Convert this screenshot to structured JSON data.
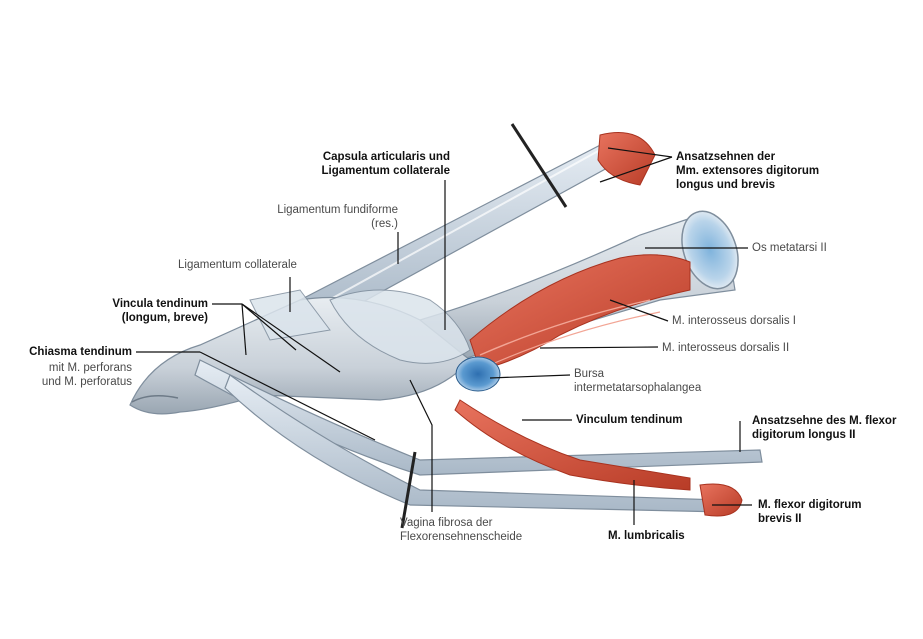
{
  "colors": {
    "bone": "#d7dde3",
    "bone_shadow": "#8f9aa6",
    "tendon": "#c9d6e2",
    "tendon_edge": "#7f8e9d",
    "muscle": "#d9543f",
    "muscle_dark": "#a8321f",
    "bursa": "#4a86c2",
    "leader": "#111111"
  },
  "labels": {
    "capsula": [
      "Capsula articularis und",
      "Ligamentum collaterale"
    ],
    "ansatz_ext": [
      "Ansatzsehnen der",
      "Mm. extensores digitorum",
      "longus und brevis"
    ],
    "lig_fundiforme": [
      "Ligamentum fundiforme",
      "(res.)"
    ],
    "os_metatarsi": [
      "Os metatarsi II"
    ],
    "lig_collaterale": [
      "Ligamentum collaterale"
    ],
    "vincula": [
      "Vincula tendinum",
      "(longum, breve)"
    ],
    "interosseus_I": [
      "M. interosseus dorsalis I"
    ],
    "chiasma_title": [
      "Chiasma tendinum"
    ],
    "chiasma_sub": [
      "mit M. perforans",
      "und M. perforatus"
    ],
    "interosseus_II": [
      "M. interosseus dorsalis II"
    ],
    "bursa": [
      "Bursa",
      "intermetatarsophalangea"
    ],
    "vinculum": [
      "Vinculum tendinum"
    ],
    "ansatz_flexor": [
      "Ansatzsehne des M. flexor",
      "digitorum longus II"
    ],
    "vagina": [
      "Vagina fibrosa der",
      "Flexorensehnenscheide"
    ],
    "lumbricalis": [
      "M. lumbricalis"
    ],
    "flexor_brevis": [
      "M. flexor digitorum",
      "brevis II"
    ]
  }
}
